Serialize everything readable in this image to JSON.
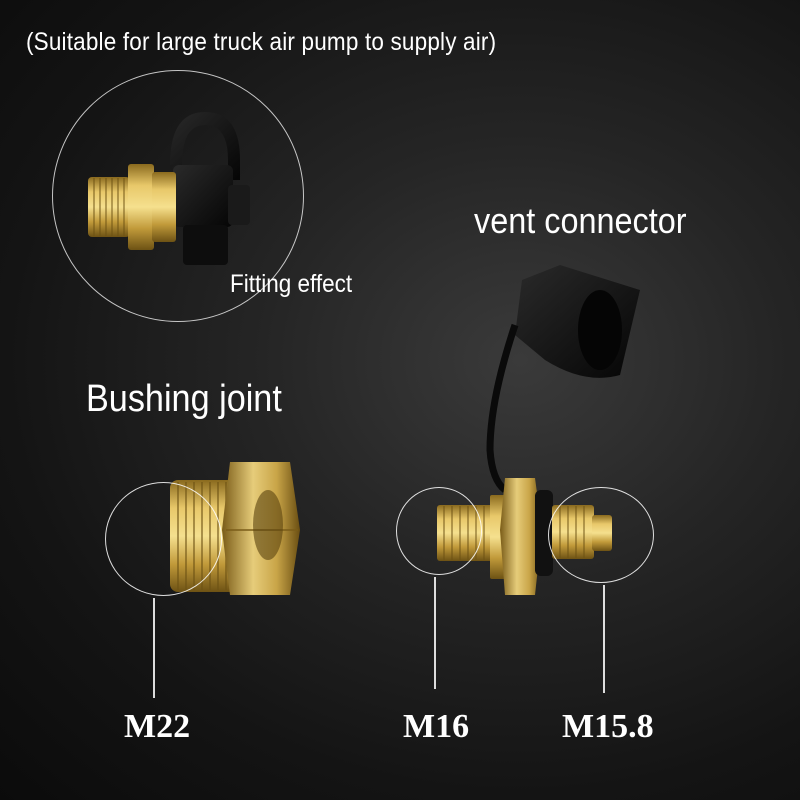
{
  "header": {
    "subtitle": "(Suitable for large truck air pump to supply air)"
  },
  "products": {
    "vent_connector_title": "vent connector",
    "bushing_joint_title": "Bushing joint",
    "fitting_effect_label": "Fitting effect"
  },
  "sizes": {
    "m22": "M22",
    "m16": "M16",
    "m15_8": "M15.8"
  }
}
